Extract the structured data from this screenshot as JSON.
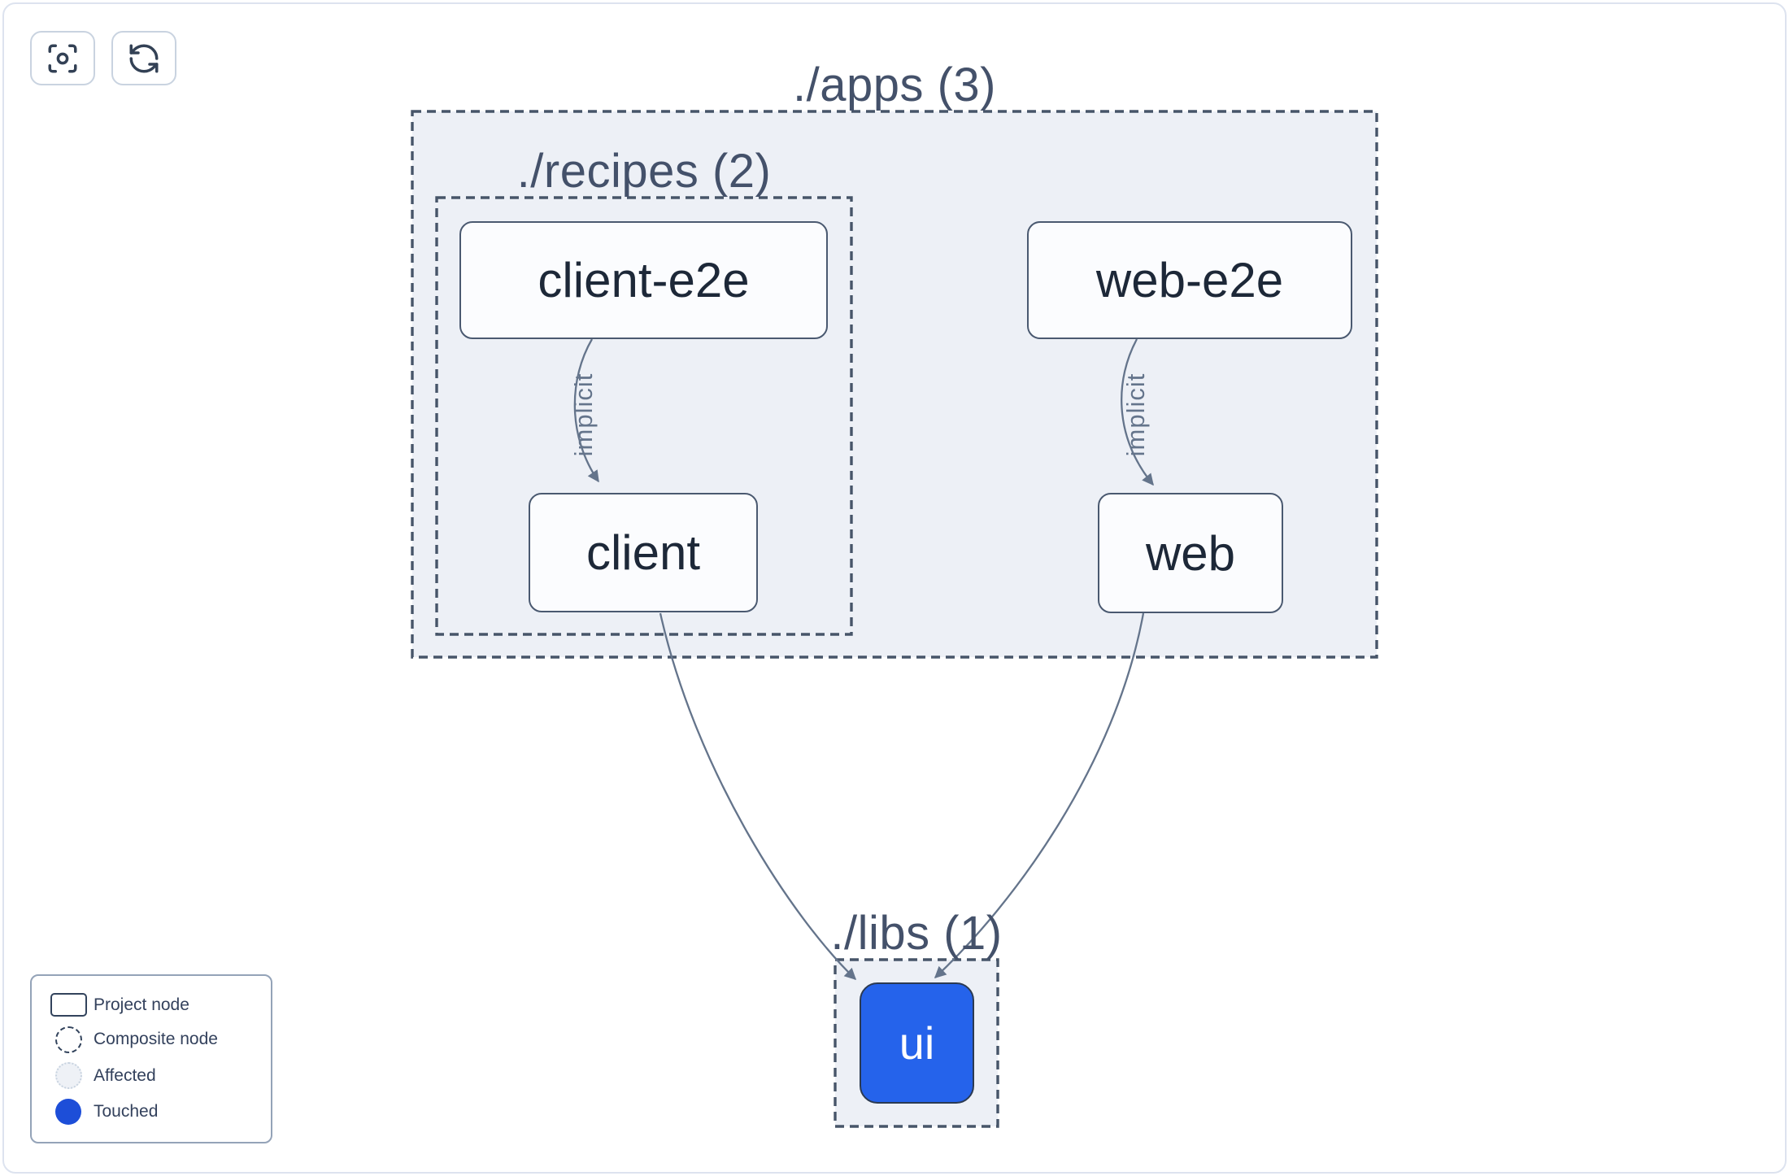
{
  "toolbar": {
    "buttons": [
      {
        "icon": "focus-icon"
      },
      {
        "icon": "refresh-icon"
      }
    ]
  },
  "graph": {
    "containers": [
      {
        "id": "apps",
        "label": "./apps (3)",
        "project_count": 3
      },
      {
        "id": "recipes",
        "label": "./recipes (2)",
        "project_count": 2
      },
      {
        "id": "libs",
        "label": "./libs (1)",
        "project_count": 1
      }
    ],
    "nodes": [
      {
        "id": "client-e2e",
        "label": "client-e2e",
        "container": "recipes",
        "state": "default"
      },
      {
        "id": "web-e2e",
        "label": "web-e2e",
        "container": "apps",
        "state": "default"
      },
      {
        "id": "client",
        "label": "client",
        "container": "recipes",
        "state": "default"
      },
      {
        "id": "web",
        "label": "web",
        "container": "apps",
        "state": "default"
      },
      {
        "id": "ui",
        "label": "ui",
        "container": "libs",
        "state": "touched"
      }
    ],
    "edges": [
      {
        "from": "client-e2e",
        "to": "client",
        "label": "implicit"
      },
      {
        "from": "web-e2e",
        "to": "web",
        "label": "implicit"
      },
      {
        "from": "client",
        "to": "ui",
        "label": ""
      },
      {
        "from": "web",
        "to": "ui",
        "label": ""
      }
    ]
  },
  "legend": {
    "items": [
      {
        "label": "Project node",
        "swatch": "project-node-swatch"
      },
      {
        "label": "Composite node",
        "swatch": "composite-node-swatch"
      },
      {
        "label": "Affected",
        "swatch": "affected-swatch"
      },
      {
        "label": "Touched",
        "swatch": "touched-swatch"
      }
    ]
  },
  "colors": {
    "edge": "#64748b",
    "dash": "#475569",
    "container_fill": "#edf0f6",
    "node_fill": "#fbfcfe",
    "node_border": "#4a5970",
    "node_text": "#1d2838",
    "title_text": "#44516a",
    "ui_fill": "#2563eb",
    "ui_text": "#ffffff",
    "touched": "#1d4ed8",
    "affected_fill": "#eef1f6",
    "legend_text": "#33415c"
  }
}
